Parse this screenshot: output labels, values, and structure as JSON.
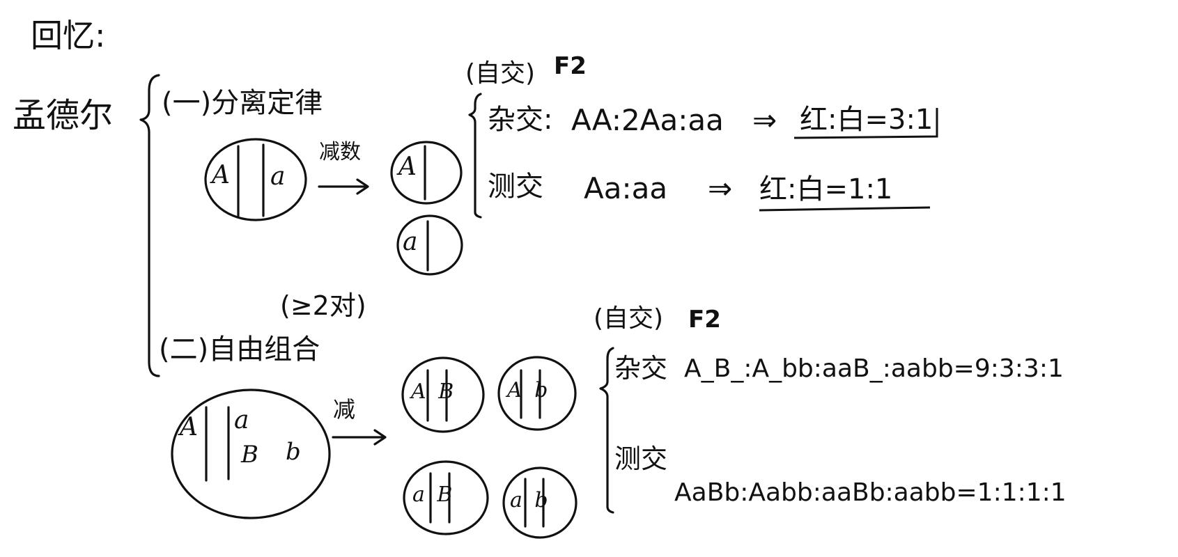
{
  "title": "回忆:",
  "subject": "孟德尔",
  "law1": {
    "label": "(一)分离定律",
    "cell_left": "A",
    "cell_right": "a",
    "process": "减数",
    "gamete1": "A",
    "gamete2": "a",
    "self_note": "(自交)",
    "f2": "F2",
    "cross_label": "杂交:",
    "cross_expr": "AA:2Aa:aa",
    "cross_arrow": "⇒",
    "cross_ratio": "红:白=3:1",
    "test_label": "测交",
    "test_expr": "Aa:aa",
    "test_arrow": "⇒",
    "test_ratio": "红:白=1:1"
  },
  "law2": {
    "pairs_note": "(≥2对)",
    "label": "(二)自由组合",
    "cell_top_left": "A",
    "cell_top_right": "a",
    "cell_bottom_left": "B",
    "cell_bottom_right": "b",
    "process": "减",
    "gametes": [
      "A B",
      "A b",
      "a B",
      "a b"
    ],
    "self_note": "(自交)",
    "f2": "F2",
    "cross_label": "杂交",
    "cross_expr": "A_B_:A_bb:aaB_:aabb=9:3:3:1",
    "test_label": "测交",
    "test_expr": "AaBb:Aabb:aaBb:aabb=1:1:1:1"
  }
}
